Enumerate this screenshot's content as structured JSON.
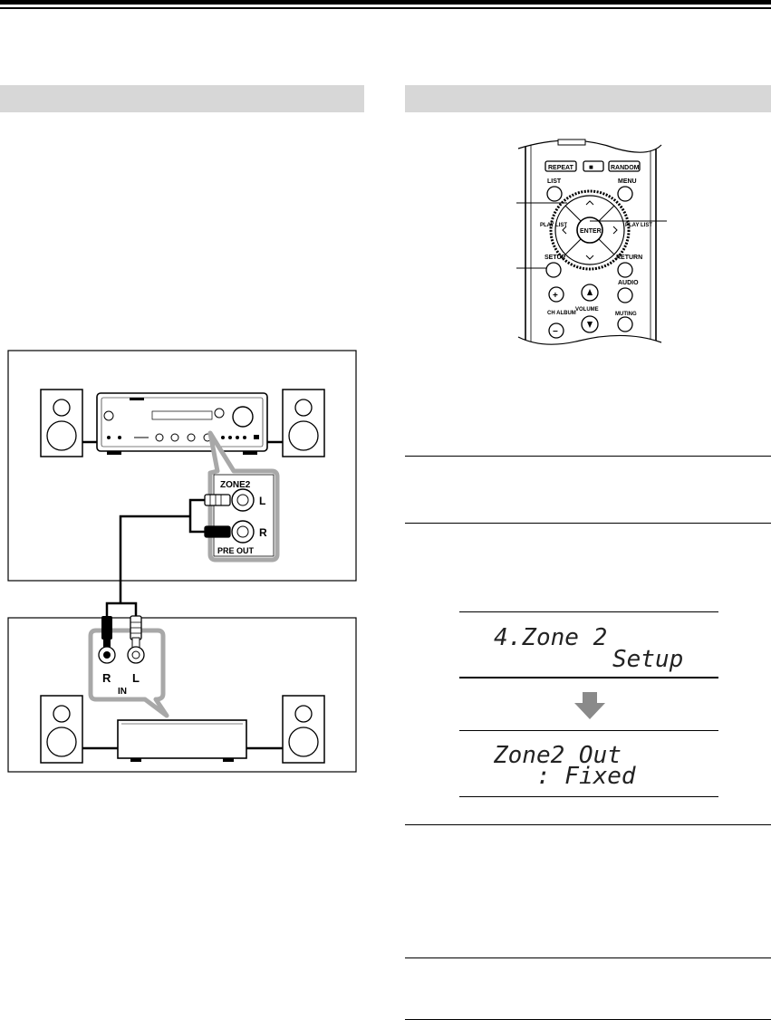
{
  "remote": {
    "repeat_label": "REPEAT",
    "stop_label": "■",
    "random_label": "RANDOM",
    "list_label": "LIST",
    "menu_label": "MENU",
    "playlist_left_label": "PLAY LIST",
    "playlist_right_label": "PLAY LIST",
    "enter_label": "ENTER",
    "setup_label": "SETUP",
    "return_label": "RETURN",
    "audio_label": "AUDIO",
    "ch_album_label": "CH ALBUM",
    "volume_label": "VOLUME",
    "muting_label": "MUTING",
    "plus_label": "+",
    "minus_label": "−"
  },
  "connection": {
    "zone2_label": "ZONE2",
    "pre_out_label": "PRE OUT",
    "out_l_label": "L",
    "out_r_label": "R",
    "in_r_label": "R",
    "in_l_label": "L",
    "in_label": "IN"
  },
  "display": {
    "screen1_line1": "4.Zone 2",
    "screen1_line2": "Setup",
    "screen2_line1": "Zone2 Out",
    "screen2_line2": ": Fixed"
  },
  "colors": {
    "section_bar": "#d7d7d7",
    "arrow_gray": "#8a8a8a"
  }
}
